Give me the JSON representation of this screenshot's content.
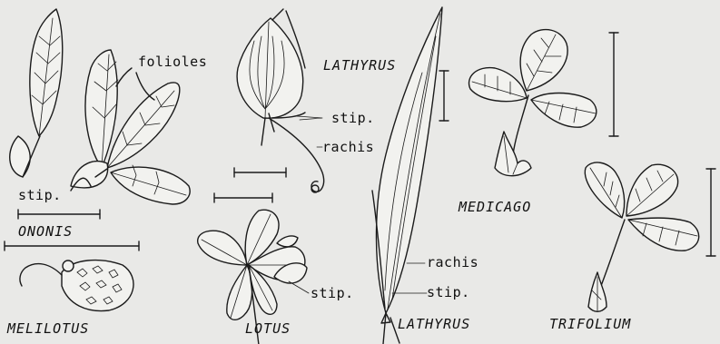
{
  "labels": {
    "folioles": "folioles",
    "stip_ononis": "stip.",
    "ononis": "ONONIS",
    "melilotus": "MELILOTUS",
    "lathyrus_top": "LATHYRUS",
    "stip_lathyrus_top": "stip.",
    "rachis_top": "rachis",
    "lotus": "LOTUS",
    "stip_lotus": "stip.",
    "rachis_bottom": "rachis",
    "stip_lathyrus_bottom": "stip.",
    "lathyrus_bottom": "LATHYRUS",
    "medicago": "MEDICAGO",
    "trifolium": "TRIFOLIUM"
  },
  "colors": {
    "background": "#e9e9e7",
    "ink": "#1b1b1b",
    "leaf_fill": "#f2f2ef"
  }
}
